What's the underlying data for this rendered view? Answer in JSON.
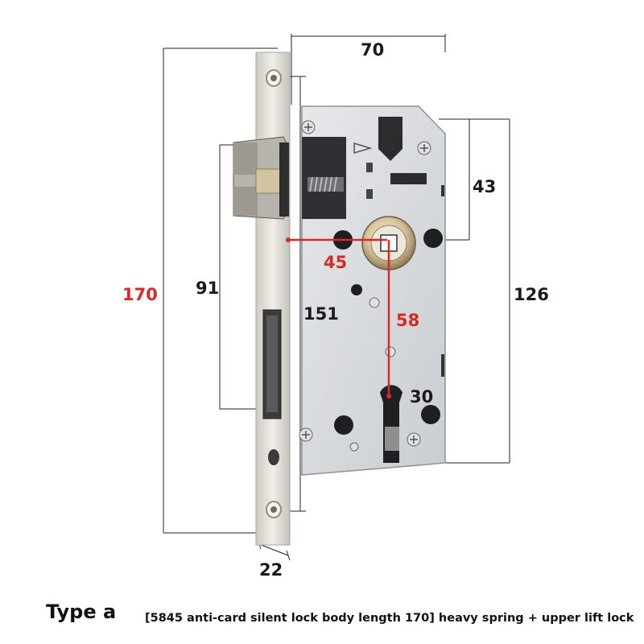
{
  "dimensions": {
    "width_top": "70",
    "height_overall": "170",
    "latch_height": "91",
    "body_height": "151",
    "right_upper": "43",
    "right_body": "126",
    "backset": "45",
    "handle_to_cylinder": "58",
    "cylinder_offset": "30",
    "faceplate_width": "22"
  },
  "caption": {
    "type_label": "Type a",
    "description": "[5845 anti-card silent lock body length 170] heavy spring + upper lift lock"
  },
  "colors": {
    "accent_red": "#d62a2a",
    "text_dark": "#1a1a1a",
    "plate_metal": "#d9dcdf",
    "faceplate": "#e4e1dc"
  }
}
